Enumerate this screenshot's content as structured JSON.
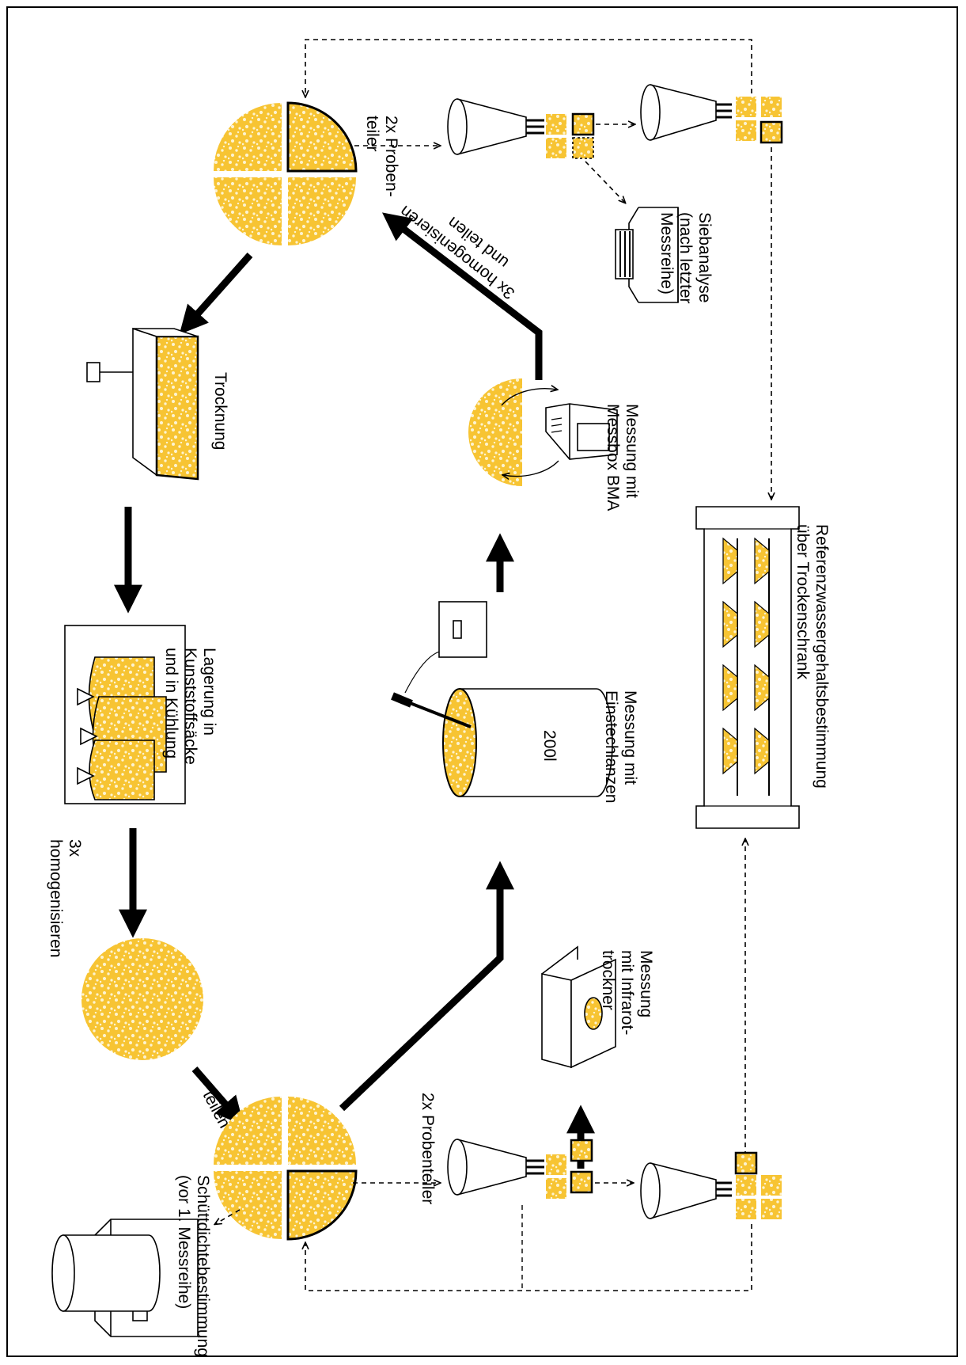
{
  "labels": {
    "probenteiler_top_1": "2x Proben-",
    "probenteiler_top_2": "teiler",
    "siebanalyse_1": "Siebanalyse",
    "siebanalyse_2": "(nach letzter",
    "siebanalyse_3": "Messreihe)",
    "homog_top_1": "3x homogenisieren",
    "homog_top_2": "und teilen",
    "trocknung": "Trocknung",
    "bma_1": "Messung mit",
    "bma_2": "Messbox BMA",
    "lagerung_1": "Lagerung in",
    "lagerung_2": "Kunststoffsäcke",
    "lagerung_3": "und in Kühlung",
    "homog_left_1": "3x",
    "homog_left_2": "homogenisieren",
    "fass_volume": "200l",
    "einstech_1": "Messung mit",
    "einstech_2": "Einstechlanzen",
    "referenz_1": "Referenzwassergehaltsbestimmung",
    "referenz_2": "über Trockenschrank",
    "teilen": "teilen",
    "infrarot_1": "Messung",
    "infrarot_2": "mit Infrarot-",
    "infrarot_3": "trockner",
    "probenteiler_bottom": "2x Probenteiler",
    "schuett_1": "Schüttdichtebestimmung",
    "schuett_2": "(vor 1. Messreihe)"
  },
  "colors": {
    "sample": "#F7C433",
    "speckle": "#FDF3D0",
    "line": "#000000"
  },
  "icons": [
    "quartered-sample-icon",
    "funnel-icon",
    "sample-box-icon",
    "sieve-icon",
    "drying-tray-icon",
    "measurement-box-icon",
    "storage-bags-icon",
    "whole-sample-icon",
    "barrel-icon",
    "probe-lance-icon",
    "oven-icon",
    "infrared-dryer-icon",
    "scale-icon"
  ]
}
